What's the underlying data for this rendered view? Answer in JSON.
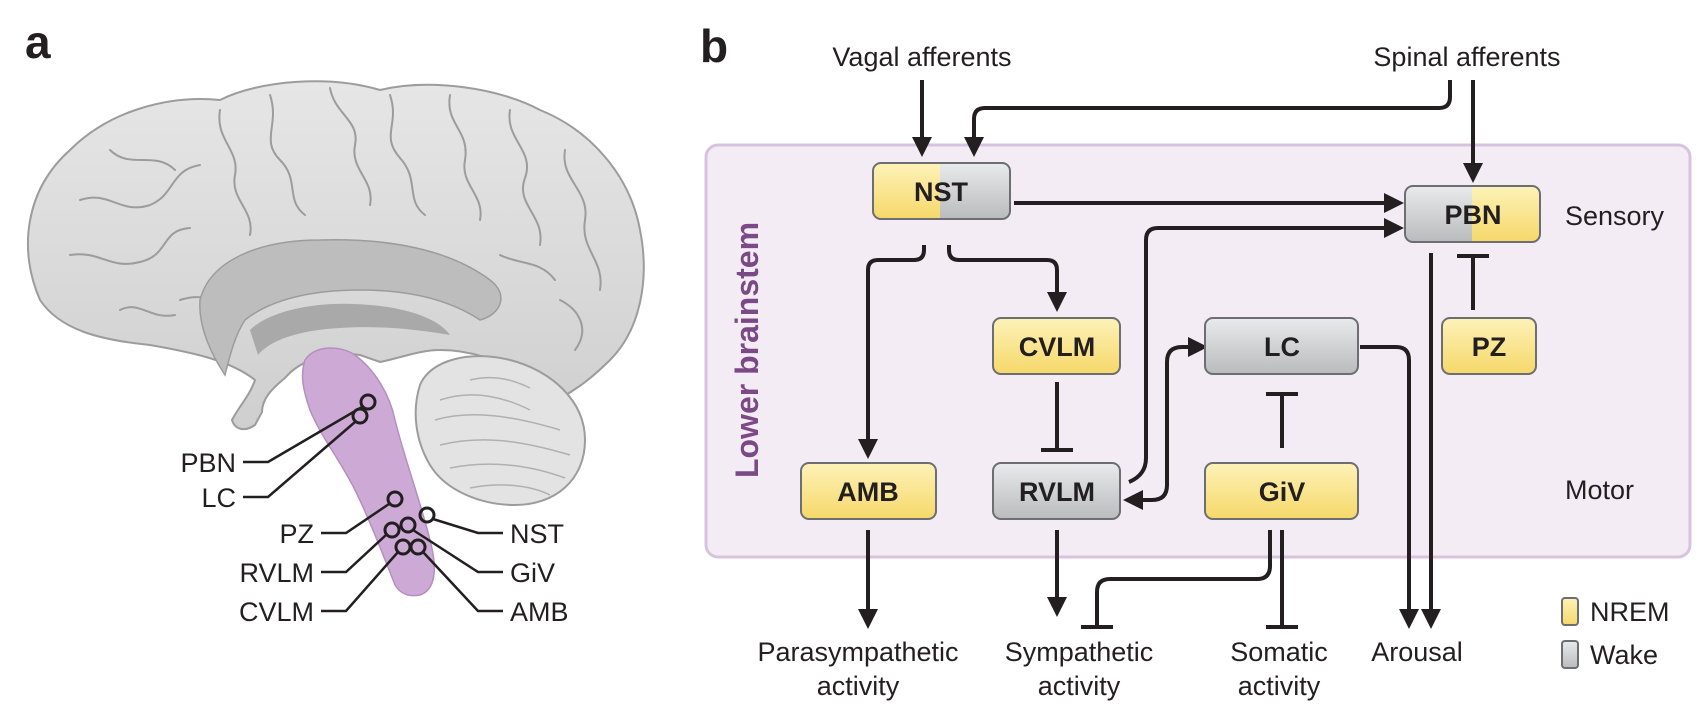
{
  "panel_a": {
    "letter": "a",
    "labels": {
      "pbn": "PBN",
      "lc": "LC",
      "pz": "PZ",
      "rvlm": "RVLM",
      "cvlm": "CVLM",
      "nst": "NST",
      "giv": "GiV",
      "amb": "AMB"
    }
  },
  "panel_b": {
    "letter": "b",
    "region_title": "Lower brainstem",
    "inputs": {
      "vagal": "Vagal afferents",
      "spinal": "Spinal afferents"
    },
    "row_labels": {
      "sensory": "Sensory",
      "motor": "Motor"
    },
    "nodes": {
      "nst": "NST",
      "pbn": "PBN",
      "cvlm": "CVLM",
      "lc": "LC",
      "pz": "PZ",
      "amb": "AMB",
      "rvlm": "RVLM",
      "giv": "GiV"
    },
    "outputs": {
      "parasym_1": "Parasympathetic",
      "parasym_2": "activity",
      "sym_1": "Sympathetic",
      "sym_2": "activity",
      "som_1": "Somatic",
      "som_2": "activity",
      "arousal": "Arousal"
    },
    "legend": {
      "nrem": "NREM",
      "wake": "Wake"
    }
  },
  "colors": {
    "nrem_yellow": "#f9e27a",
    "wake_gray": "#c9cacb",
    "region_fill": "#f3ecf5",
    "region_stroke": "#d8c3de",
    "brainstem_purple": "#c9a7d1",
    "ink": "#231f20"
  }
}
